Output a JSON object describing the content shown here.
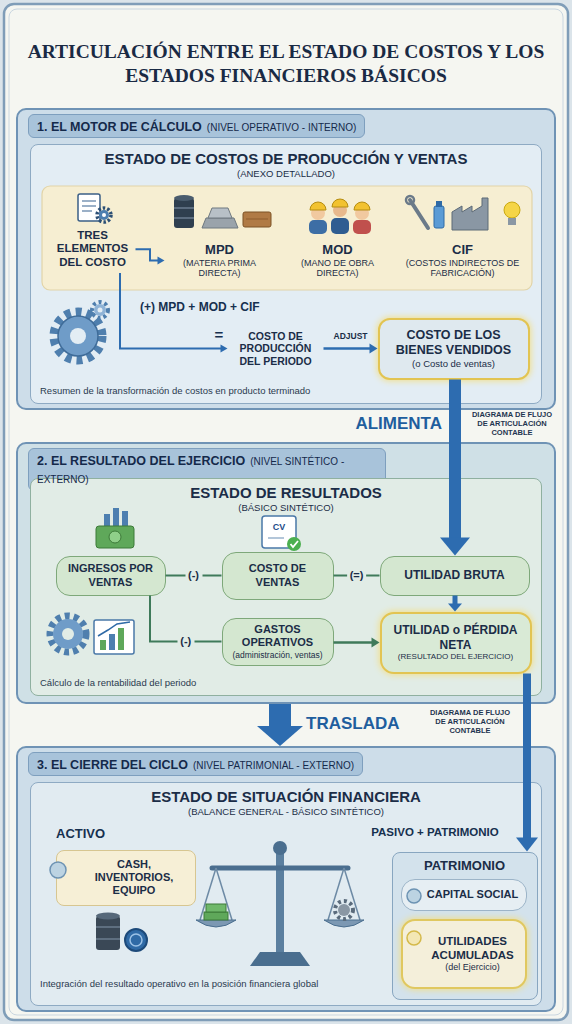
{
  "diagram": {
    "title": "ARTICULACIÓN ENTRE EL ESTADO DE COSTOS Y LOS ESTADOS FINANCIEROS BÁSICOS",
    "nodes": [
      {
        "text": [
          "1. EL MOTOR DE CÁLCULO",
          "(NIVEL OPERATIVO - INTERNO)"
        ]
      },
      {
        "text": [
          "ESTADO DE COSTOS DE PRODUCCIÓN Y VENTAS",
          "(ANEXO DETALLADO)"
        ],
        "in": 0
      },
      {
        "text": [
          "TRES ELEMENTOS DEL COSTO"
        ],
        "in": 1
      },
      {
        "text": [
          "MPD",
          "(MATERIA PRIMA DIRECTA)"
        ],
        "in": 1
      },
      {
        "text": [
          "MOD",
          "(MANO DE OBRA DIRECTA)"
        ],
        "in": 1
      },
      {
        "text": [
          "CIF",
          "(COSTOS INDIRECTOS DE FABRICACIÓN)"
        ],
        "in": 1
      },
      {
        "text": [
          "COSTO DE PRODUCCIÓN DEL PERIODO"
        ],
        "in": 1
      },
      {
        "text": [
          "COSTO DE LOS BIENES VENDIDOS",
          "(o Costo de ventas)"
        ],
        "in": 1
      },
      {
        "text": [
          "2. EL RESULTADO DEL EJERCICIO",
          "(NIVEL SINTÉTICO - EXTERNO)"
        ]
      },
      {
        "text": [
          "ESTADO DE RESULTADOS",
          "(BÁSICO SINTÉTICO)"
        ],
        "in": 8
      },
      {
        "text": [
          "INGRESOS POR VENTAS"
        ],
        "in": 9
      },
      {
        "text": [
          "COSTO DE VENTAS"
        ],
        "in": 9
      },
      {
        "text": [
          "UTILIDAD BRUTA"
        ],
        "in": 9
      },
      {
        "text": [
          "GASTOS OPERATIVOS",
          "(administración, ventas)"
        ],
        "in": 9
      },
      {
        "text": [
          "UTILIDAD o PÉRDIDA NETA",
          "(RESULTADO DEL EJERCICIO)"
        ],
        "in": 9
      },
      {
        "text": [
          "3. EL CIERRE DEL CICLO",
          "(NIVEL PATRIMONIAL - EXTERNO)"
        ]
      },
      {
        "text": [
          "ESTADO DE SITUACIÓN FINANCIERA",
          "(BALANCE GENERAL - BÁSICO SINTÉTICO)"
        ],
        "in": 15
      },
      {
        "text": [
          "CASH, INVENTORIOS, EQUIPO"
        ],
        "in": 16
      },
      {
        "text": [
          "PATRIMONIO"
        ],
        "in": 16
      },
      {
        "text": [
          "CAPITAL SOCIAL"
        ],
        "in": 18
      },
      {
        "text": [
          "UTILIDADES ACUMULADAS",
          "(del Ejercicio)"
        ],
        "in": 18
      }
    ],
    "edges": [
      {
        "from": 2,
        "to": 3,
        "arrow": "to"
      },
      {
        "from": 2,
        "to": 6,
        "arrow": "to"
      },
      {
        "from": 6,
        "to": 7,
        "arrow": "to",
        "label": "ADJUST"
      },
      {
        "from": 7,
        "to": 12,
        "arrow": "to"
      },
      {
        "from": 10,
        "to": 11,
        "arrow": "none",
        "label": "(-)"
      },
      {
        "from": 11,
        "to": 12,
        "arrow": "none",
        "label": "(=)"
      },
      {
        "from": 10,
        "to": 13,
        "arrow": "none",
        "label": "(-)"
      },
      {
        "from": 12,
        "to": 14,
        "arrow": "to"
      },
      {
        "from": 13,
        "to": 14,
        "arrow": "to"
      },
      {
        "from": 8,
        "to": 15,
        "arrow": "to"
      },
      {
        "from": 14,
        "to": 18,
        "arrow": "to"
      }
    ],
    "labels": [
      "(+) MPD + MOD + CIF",
      "=",
      "Resumen de la transformación de costos en producto terminado",
      "ALIMENTA",
      "DIAGRAMA DE FLUJO DE ARTICULACIÓN CONTABLE",
      "CV",
      "Cálculo de la rentabilidad del periodo",
      "TRASLADA",
      "DIAGRAMA DE FLUJO DE ARTICULACIÓN CONTABLE",
      "ACTIVO",
      "PASIVO + PATRIMONIO",
      "Integración del resultado operativo en la posición financiera global"
    ]
  }
}
